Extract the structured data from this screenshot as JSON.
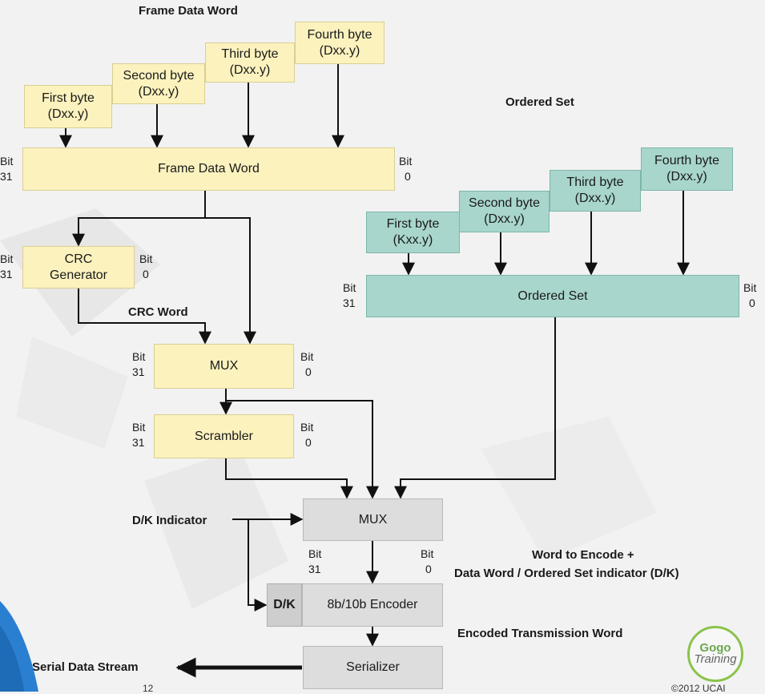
{
  "frame": {
    "title": "Frame Data Word",
    "bytes": [
      {
        "name": "First byte",
        "code": "(Dxx.y)"
      },
      {
        "name": "Second byte",
        "code": "(Dxx.y)"
      },
      {
        "name": "Third byte",
        "code": "(Dxx.y)"
      },
      {
        "name": "Fourth byte",
        "code": "(Dxx.y)"
      }
    ],
    "word_label": "Frame Data Word"
  },
  "ordered": {
    "title": "Ordered Set",
    "bytes": [
      {
        "name": "First byte",
        "code": "(Kxx.y)"
      },
      {
        "name": "Second byte",
        "code": "(Dxx.y)"
      },
      {
        "name": "Third byte",
        "code": "(Dxx.y)"
      },
      {
        "name": "Fourth byte",
        "code": "(Dxx.y)"
      }
    ],
    "word_label": "Ordered Set"
  },
  "bits": {
    "word": "Bit",
    "high": "31",
    "low": "0"
  },
  "crc": {
    "line1": "CRC",
    "line2": "Generator",
    "word_label": "CRC Word"
  },
  "mux1": "MUX",
  "scrambler": "Scrambler",
  "mux2": "MUX",
  "dk_indicator": "D/K Indicator",
  "encoder": {
    "dk": "D/K",
    "label": "8b/10b Encoder"
  },
  "word_to_encode": {
    "line1": "Word to Encode +",
    "line2": "Data Word / Ordered Set indicator (D/K)"
  },
  "encoded_word": "Encoded Transmission Word",
  "serializer": "Serializer",
  "serial_stream": "Serial Data Stream",
  "logo": {
    "top": "Gogo",
    "bottom": "Training"
  },
  "footer": {
    "page": "12",
    "copyright": "©2012 UCAI"
  },
  "colors": {
    "frame": "#fbf2be",
    "ordered": "#a8d6cc",
    "mux": "#dedddd"
  }
}
